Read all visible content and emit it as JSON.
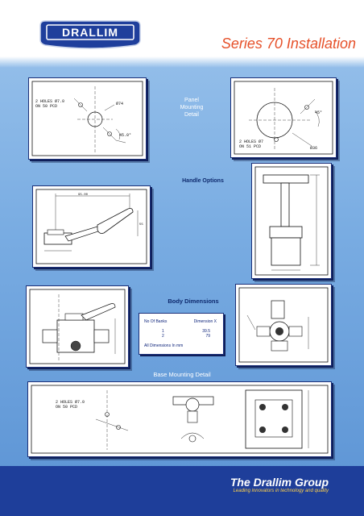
{
  "header": {
    "logo_text": "DRALLIM",
    "title": "Series 70 Installation"
  },
  "sections": {
    "panel_mounting": "Panel\nMounting\nDetail",
    "handle_options": "Handle Options",
    "body_dimensions": "Body Dimensions",
    "base_mounting": "Base Mounting Detail"
  },
  "drawings": {
    "top_left_note": "2 HOLES Ø7.0\nON 50 PCD",
    "top_left_dia": "Ø74",
    "top_left_angle": "45.0°",
    "top_right_note": "2 HOLES Ø7\nON 51 PCD",
    "top_right_angle": "45°",
    "top_right_dia": "Ø36",
    "bottom_left_note": "2 HOLES Ø7.0\nON 50 PCD"
  },
  "body_table": {
    "col1_header": "No Of Banks",
    "col2_header": "Dimension X",
    "rows": [
      {
        "banks": "1",
        "dimension": "39.5"
      },
      {
        "banks": "2",
        "dimension": "79"
      }
    ],
    "note": "All Dimensions In mm"
  },
  "footer": {
    "company": "The Drallim Group",
    "tagline": "Leading innovators in technology and quality"
  },
  "colors": {
    "title": "#e6512a",
    "footer_band": "#1e3e9a",
    "tagline": "#ffd24a",
    "background_top": "#9cc4ec",
    "background_bottom": "#5b93d4"
  }
}
